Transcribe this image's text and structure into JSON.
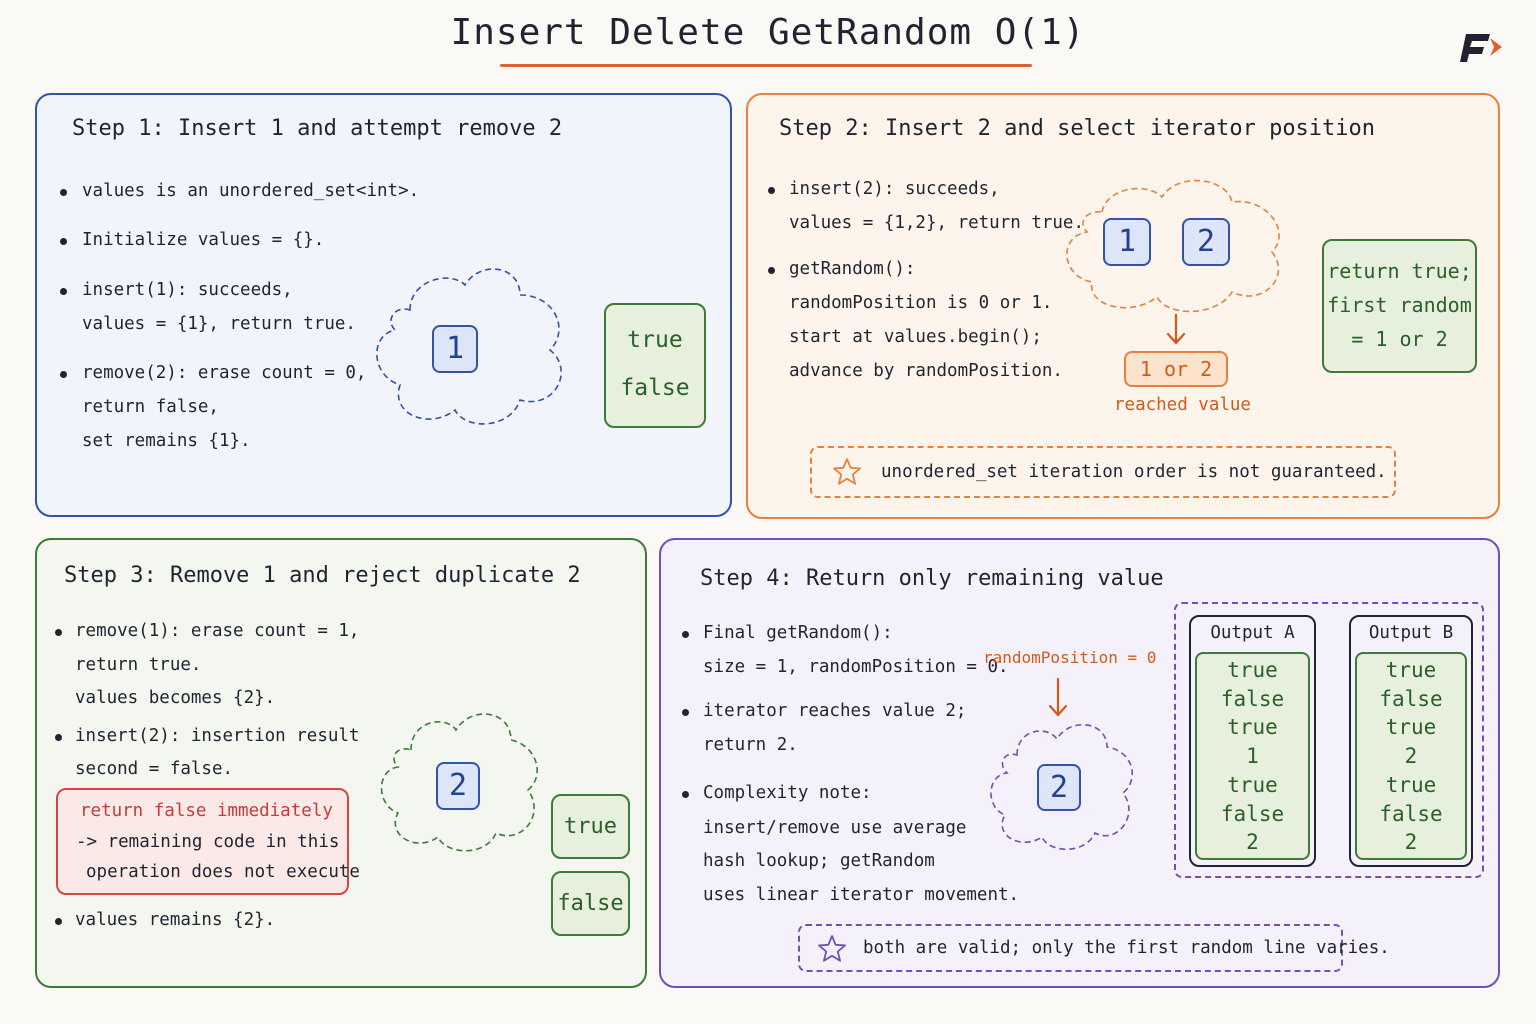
{
  "title": "Insert Delete GetRandom O(1)",
  "step1": {
    "heading": "Step 1: Insert 1 and attempt remove 2",
    "bullets": [
      [
        "values is an unordered_set<int>."
      ],
      [
        "Initialize values = {}."
      ],
      [
        "insert(1): succeeds,",
        "values = {1}, return true."
      ],
      [
        "remove(2): erase count = 0,",
        "return false,",
        "set remains {1}."
      ]
    ],
    "set_value": "1",
    "results": [
      "true",
      "false"
    ]
  },
  "step2": {
    "heading": "Step 2: Insert 2 and select iterator position",
    "bullets": [
      [
        "insert(2): succeeds,",
        "values = {1,2}, return true."
      ],
      [
        "getRandom():",
        "randomPosition is 0 or 1.",
        "start at values.begin();",
        "advance by randomPosition."
      ]
    ],
    "set_values": [
      "1",
      "2"
    ],
    "reached": "1 or 2",
    "reached_label": "reached value",
    "result": [
      "return true;",
      "first random",
      "= 1 or 2"
    ],
    "note": "unordered_set iteration order is not guaranteed."
  },
  "step3": {
    "heading": "Step 3: Remove 1 and reject duplicate 2",
    "bullets": [
      [
        "remove(1): erase count = 1,",
        "return true.",
        "values becomes {2}."
      ],
      [
        "insert(2): insertion result",
        "second = false."
      ]
    ],
    "callout": [
      "return false immediately",
      "-> remaining code in this",
      "operation does not execute"
    ],
    "last_bullet": "values remains {2}.",
    "set_value": "2",
    "results": [
      "true",
      "false"
    ]
  },
  "step4": {
    "heading": "Step 4: Return only remaining value",
    "bullets": [
      [
        "Final getRandom():",
        "size = 1, randomPosition = 0."
      ],
      [
        "iterator reaches value 2;",
        "return 2."
      ],
      [
        "Complexity note:",
        "insert/remove use average",
        "hash lookup; getRandom",
        "uses linear iterator movement."
      ]
    ],
    "pointer_label": "randomPosition = 0",
    "set_value": "2",
    "outputs": [
      {
        "title": "Output A",
        "values": [
          "true",
          "false",
          "true",
          "1",
          "true",
          "false",
          "2"
        ]
      },
      {
        "title": "Output B",
        "values": [
          "true",
          "false",
          "true",
          "2",
          "true",
          "false",
          "2"
        ]
      }
    ],
    "note": "both are valid; only the first random line varies."
  },
  "colors": {
    "blue": "#3552a8",
    "orange": "#e8803f",
    "green": "#3f7a3a",
    "purple": "#7050b8",
    "red": "#d64545",
    "title_underline": "#e0612d"
  },
  "icons": [
    "star-icon",
    "cloud-icon",
    "arrow-down-icon",
    "logo-icon"
  ]
}
